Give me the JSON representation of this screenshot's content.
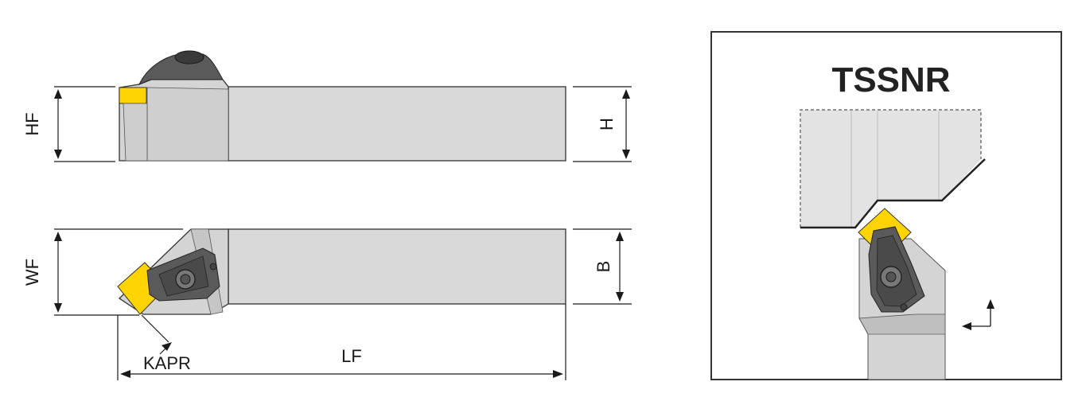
{
  "diagram": {
    "dimensions": {
      "hf": "HF",
      "h": "H",
      "wf": "WF",
      "b": "B",
      "lf": "LF",
      "kapr": "KAPR"
    },
    "detail_title": "TSSNR"
  },
  "colors": {
    "body": "#d9d9d9",
    "body_dark": "#c4c4c4",
    "insert": "#ffd400",
    "clamp": "#5a5a5a",
    "frame": "#333333"
  }
}
